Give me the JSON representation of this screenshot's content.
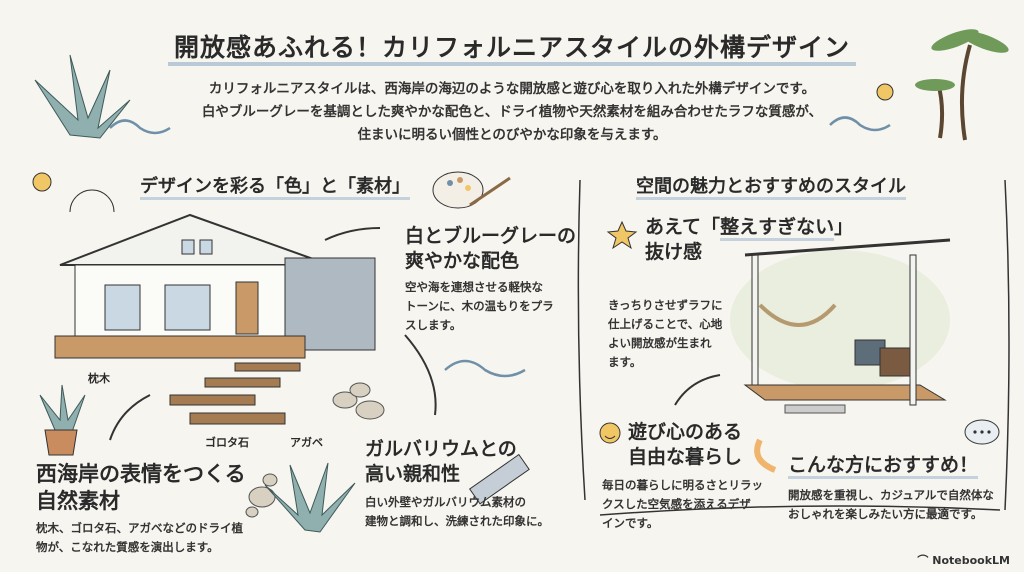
{
  "title": "開放感あふれる！カリフォルニアスタイルの外構デザイン",
  "intro": [
    "カリフォルニアスタイルは、西海岸の海辺のような開放感と遊び心を取り入れた外構デザインです。",
    "白やブルーグレーを基調とした爽やかな配色と、ドライ植物や天然素材を組み合わせたラフな質感が、",
    "住まいに明るい個性とのびやかな印象を与えます。"
  ],
  "left": {
    "section_title": "デザインを彩る「色」と「素材」",
    "color_block": {
      "title": [
        "白とブルーグレーの",
        "爽やかな配色"
      ],
      "desc": [
        "空や海を連想させる軽快な",
        "トーンに、木の温もりをプラ",
        "スします。"
      ]
    },
    "labels": {
      "sleeper": "枕木",
      "stone": "ゴロタ石",
      "agave": "アガベ"
    },
    "natural_block": {
      "title": [
        "西海岸の表情をつくる",
        "自然素材"
      ],
      "desc": [
        "枕木、ゴロタ石、アガベなどのドライ植",
        "物が、こなれた質感を演出します。"
      ]
    },
    "galvalume_block": {
      "title": [
        "ガルバリウムとの",
        "高い親和性"
      ],
      "desc": [
        "白い外壁やガルバリウム素材の",
        "建物と調和し、洗練された印象に。"
      ]
    }
  },
  "right": {
    "section_title": "空間の魅力とおすすめのスタイル",
    "casual_block": {
      "title_prefix": "あえて「",
      "title_em": "整えすぎない",
      "title_suffix": "」",
      "title2": "抜け感",
      "desc": [
        "きっちりさせずラフに",
        "仕上げることで、心地",
        "よい開放感が生まれ",
        "ます。"
      ]
    },
    "playful_block": {
      "title": [
        "遊び心のある",
        "自由な暮らし"
      ],
      "desc": [
        "毎日の暮らしに明るさとリラッ",
        "クスした空気感を添えるデザ",
        "インです。"
      ]
    },
    "recommend_block": {
      "title": "こんな方におすすめ！",
      "desc": [
        "開放感を重視し、カジュアルで自然体な",
        "おしゃれを楽しみたい方に最適です。"
      ]
    }
  },
  "brand": "NotebookLM",
  "colors": {
    "accent": "#b9cad6",
    "wood": "#c99a68",
    "agave": "#7fa3a3",
    "sun": "#f1c766"
  }
}
